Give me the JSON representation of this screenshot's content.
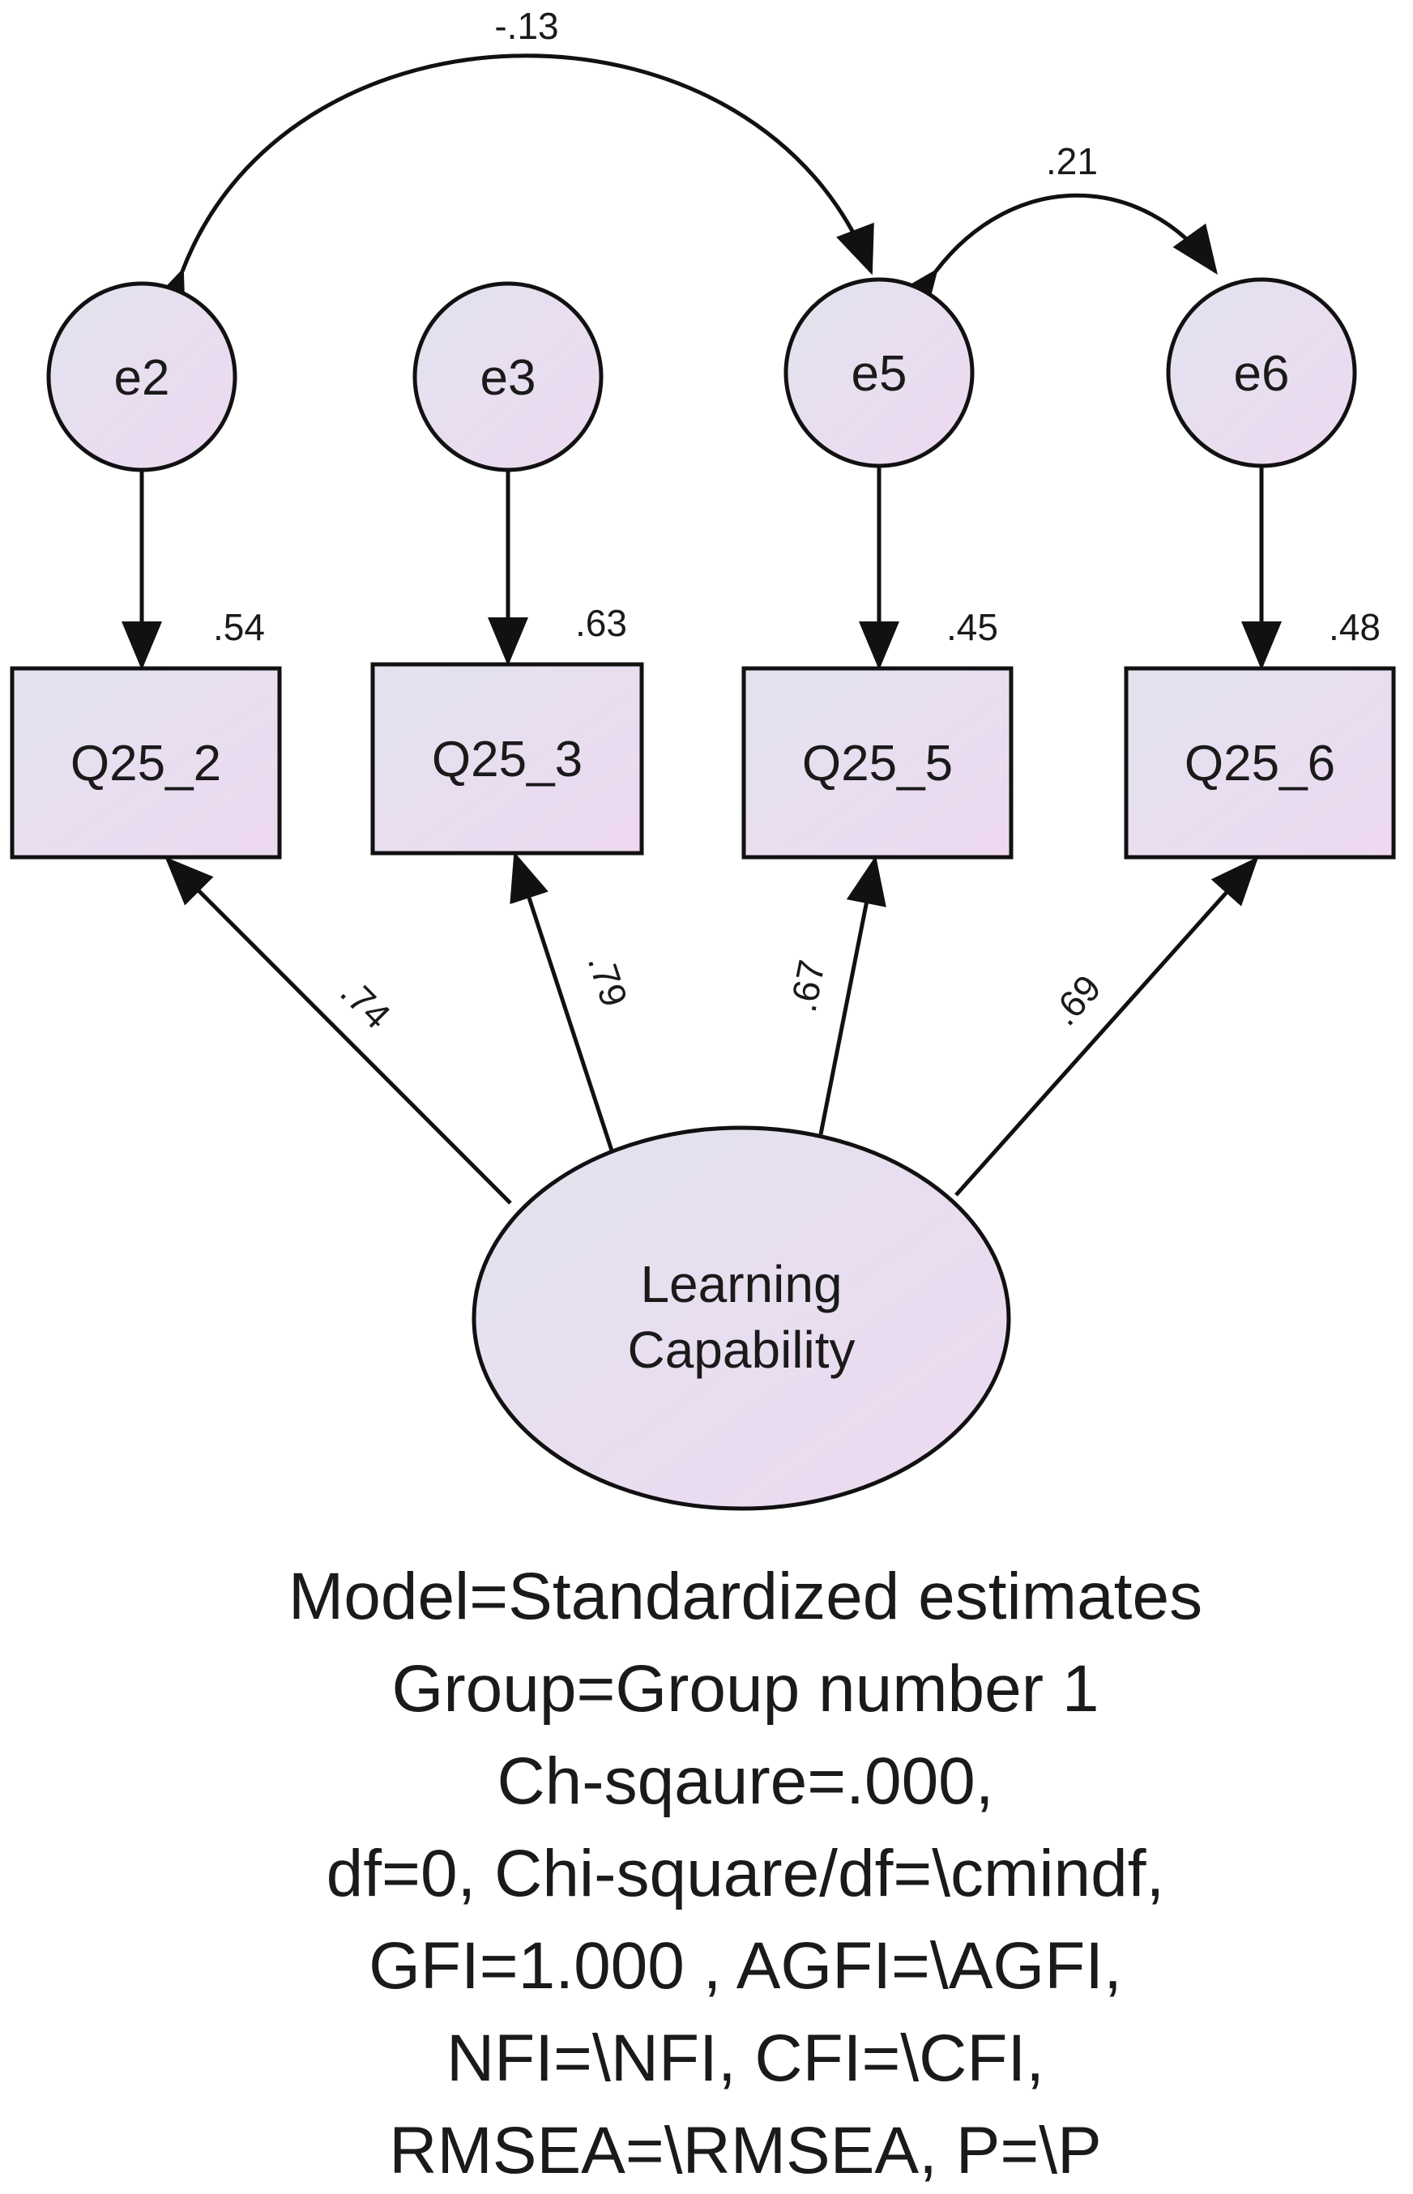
{
  "diagram": {
    "latent": {
      "label_line1": "Learning",
      "label_line2": "Capability"
    },
    "observed": [
      {
        "label": "Q25_2",
        "r2": ".54",
        "loading": ".74"
      },
      {
        "label": "Q25_3",
        "r2": ".63",
        "loading": ".79"
      },
      {
        "label": "Q25_5",
        "r2": ".45",
        "loading": ".67"
      },
      {
        "label": "Q25_6",
        "r2": ".48",
        "loading": ".69"
      }
    ],
    "errors": [
      {
        "label": "e2"
      },
      {
        "label": "e3"
      },
      {
        "label": "e5"
      },
      {
        "label": "e6"
      }
    ],
    "covariances": [
      {
        "from": "e2",
        "to": "e5",
        "value": "-.13"
      },
      {
        "from": "e5",
        "to": "e6",
        "value": ".21"
      }
    ],
    "colors": {
      "fill_start": "#e2e3ef",
      "fill_end": "#eed9f0",
      "stroke": "#111111"
    }
  },
  "fit_summary": {
    "lines": [
      "Model=Standardized estimates",
      "Group=Group number 1",
      "Ch-sqaure=.000,",
      "df=0, Chi-square/df=\\cmindf,",
      "GFI=1.000 , AGFI=\\AGFI,",
      "NFI=\\NFI, CFI=\\CFI,",
      "RMSEA=\\RMSEA, P=\\P"
    ]
  }
}
